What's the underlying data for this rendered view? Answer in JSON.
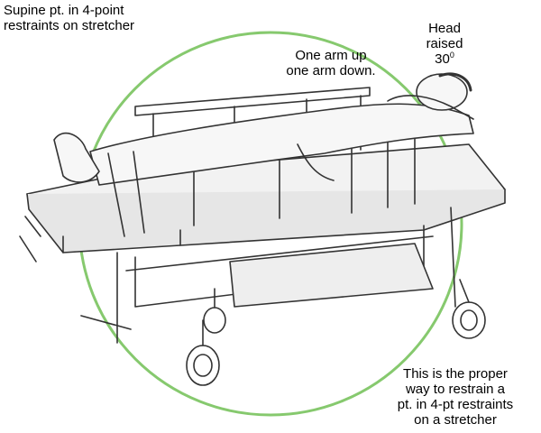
{
  "labels": {
    "top_left": [
      "Supine pt. in 4-point",
      "restraints on stretcher"
    ],
    "arm": [
      "One arm up",
      "one arm down."
    ],
    "head": {
      "line1": "Head",
      "line2": "raised",
      "value": "30",
      "superscript": "0"
    },
    "bottom_right": [
      "This is the proper",
      "way to restrain a",
      "pt. in 4-pt restraints",
      "on a stretcher"
    ]
  },
  "colors": {
    "circle": "#86c96e",
    "ink": "#333333",
    "background": "#ffffff"
  }
}
